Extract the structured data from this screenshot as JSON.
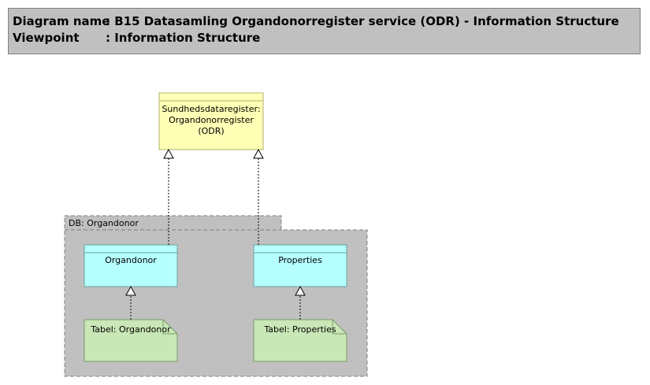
{
  "header": {
    "diagram_label": "Diagram name",
    "diagram_value": ": B15 Datasamling Organdonorregister service (ODR) - Information Structure",
    "viewpoint_label": "Viewpoint",
    "viewpoint_value": ": Information Structure"
  },
  "colors": {
    "header_bg": "#c0c0c0",
    "business_object": "#ffffb5",
    "data_object": "#b5ffff",
    "artifact": "#c9e7b7",
    "group_bg": "#c0c0c0"
  },
  "nodes": {
    "odr_line1": "Sundhedsdataregister:",
    "odr_line2": "Organdonorregister",
    "odr_line3": "(ODR)",
    "organdonor": "Organdonor",
    "properties": "Properties",
    "tabel_organdonor": "Tabel: Organdonor",
    "tabel_properties": "Tabel: Properties"
  },
  "group": {
    "label": "DB: Organdonor"
  }
}
